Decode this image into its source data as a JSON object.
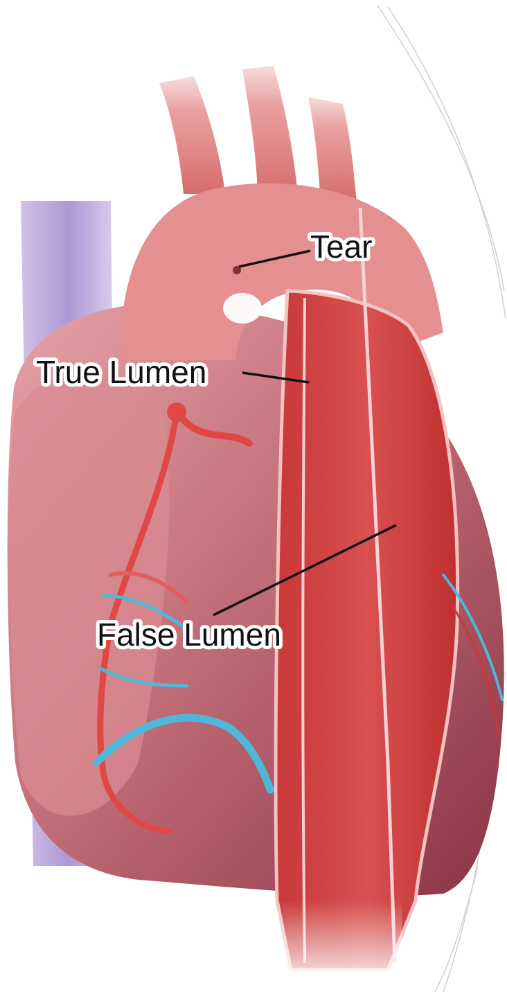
{
  "labels": {
    "tear": "Tear",
    "true_lumen": "True Lumen",
    "false_lumen": "False Lumen"
  },
  "colors": {
    "background": "#ffffff",
    "aorta_wall": "#d96a6a",
    "aorta_lumen": "#c83a3a",
    "heart_muscle": "#b0505a",
    "vena_cava": "#b9a4d8",
    "vein_blue": "#4fb8d8",
    "artery_red": "#e04848",
    "leader_line": "#111111"
  },
  "icons": [
    "heart-illustration"
  ]
}
